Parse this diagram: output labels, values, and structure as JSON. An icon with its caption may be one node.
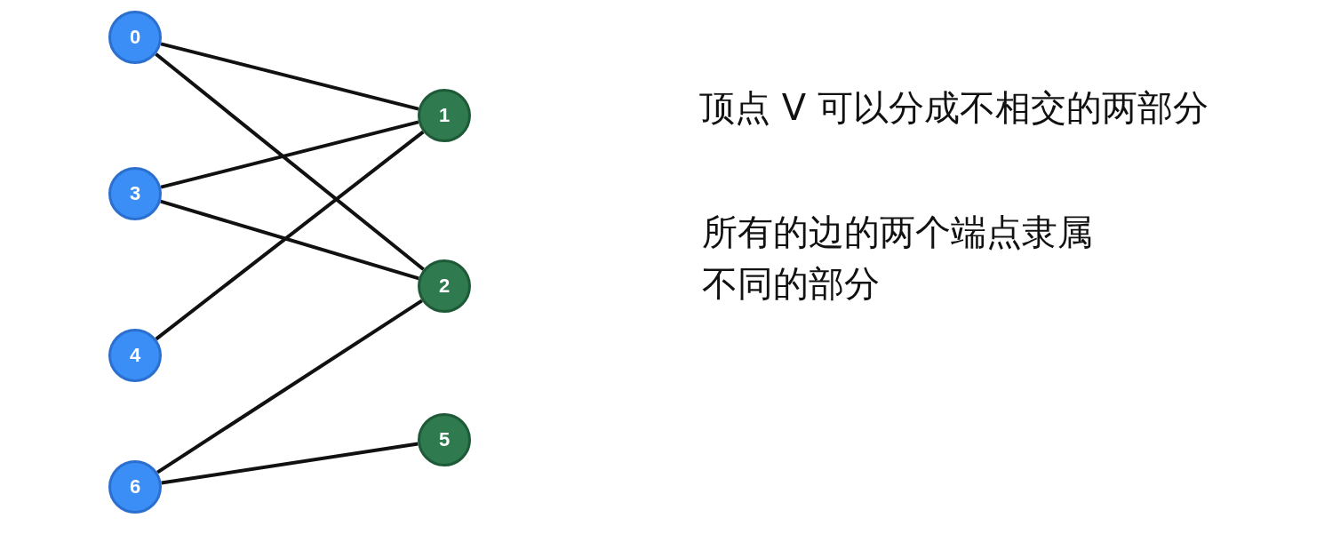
{
  "diagram": {
    "nodes": [
      {
        "text": [
          "0"
        ]
      },
      {
        "text": [
          "1"
        ]
      },
      {
        "text": [
          "3"
        ]
      },
      {
        "text": [
          "2"
        ]
      },
      {
        "text": [
          "4"
        ]
      },
      {
        "text": [
          "5"
        ]
      },
      {
        "text": [
          "6"
        ]
      }
    ],
    "edges": [
      {
        "from": 0,
        "to": 1,
        "arrow": "none"
      },
      {
        "from": 0,
        "to": 3,
        "arrow": "none"
      },
      {
        "from": 2,
        "to": 1,
        "arrow": "none"
      },
      {
        "from": 2,
        "to": 3,
        "arrow": "none"
      },
      {
        "from": 4,
        "to": 1,
        "arrow": "none"
      },
      {
        "from": 6,
        "to": 3,
        "arrow": "none"
      },
      {
        "from": 6,
        "to": 5,
        "arrow": "none"
      }
    ],
    "labels": [
      "顶点 V 可以分成不相交的两部分",
      "所有的边的两个端点隶属不同的部分"
    ]
  }
}
